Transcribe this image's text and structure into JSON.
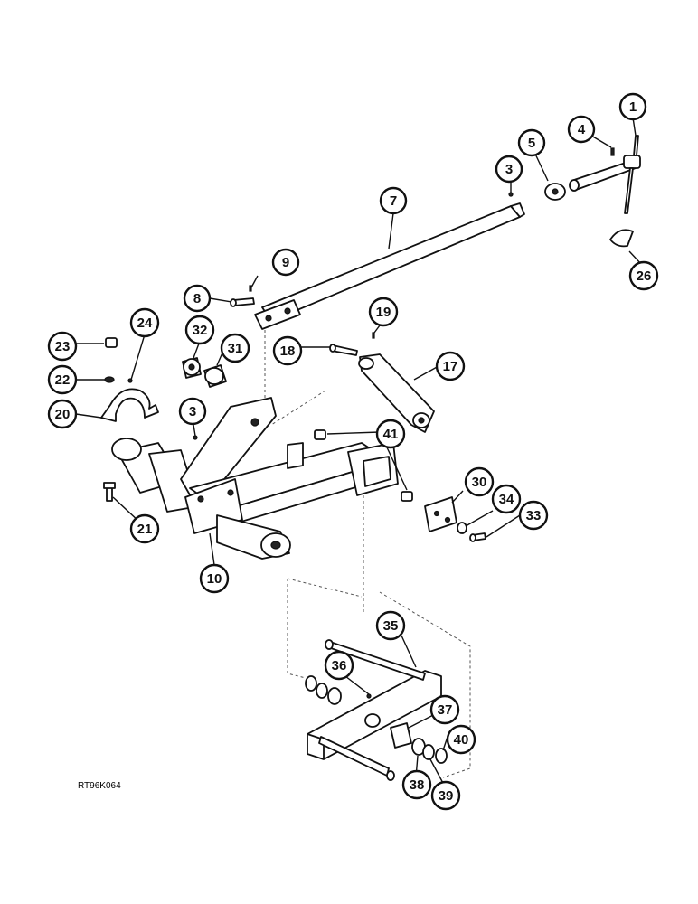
{
  "figure_ref": "RT96K064",
  "callouts": [
    {
      "label": "1"
    },
    {
      "label": "4"
    },
    {
      "label": "5"
    },
    {
      "label": "3"
    },
    {
      "label": "7"
    },
    {
      "label": "26"
    },
    {
      "label": "9"
    },
    {
      "label": "8"
    },
    {
      "label": "19"
    },
    {
      "label": "18"
    },
    {
      "label": "17"
    },
    {
      "label": "24"
    },
    {
      "label": "32"
    },
    {
      "label": "31"
    },
    {
      "label": "23"
    },
    {
      "label": "22"
    },
    {
      "label": "20"
    },
    {
      "label": "3"
    },
    {
      "label": "41"
    },
    {
      "label": "30"
    },
    {
      "label": "34"
    },
    {
      "label": "33"
    },
    {
      "label": "21"
    },
    {
      "label": "10"
    },
    {
      "label": "35"
    },
    {
      "label": "36"
    },
    {
      "label": "37"
    },
    {
      "label": "40"
    },
    {
      "label": "38"
    },
    {
      "label": "39"
    }
  ]
}
